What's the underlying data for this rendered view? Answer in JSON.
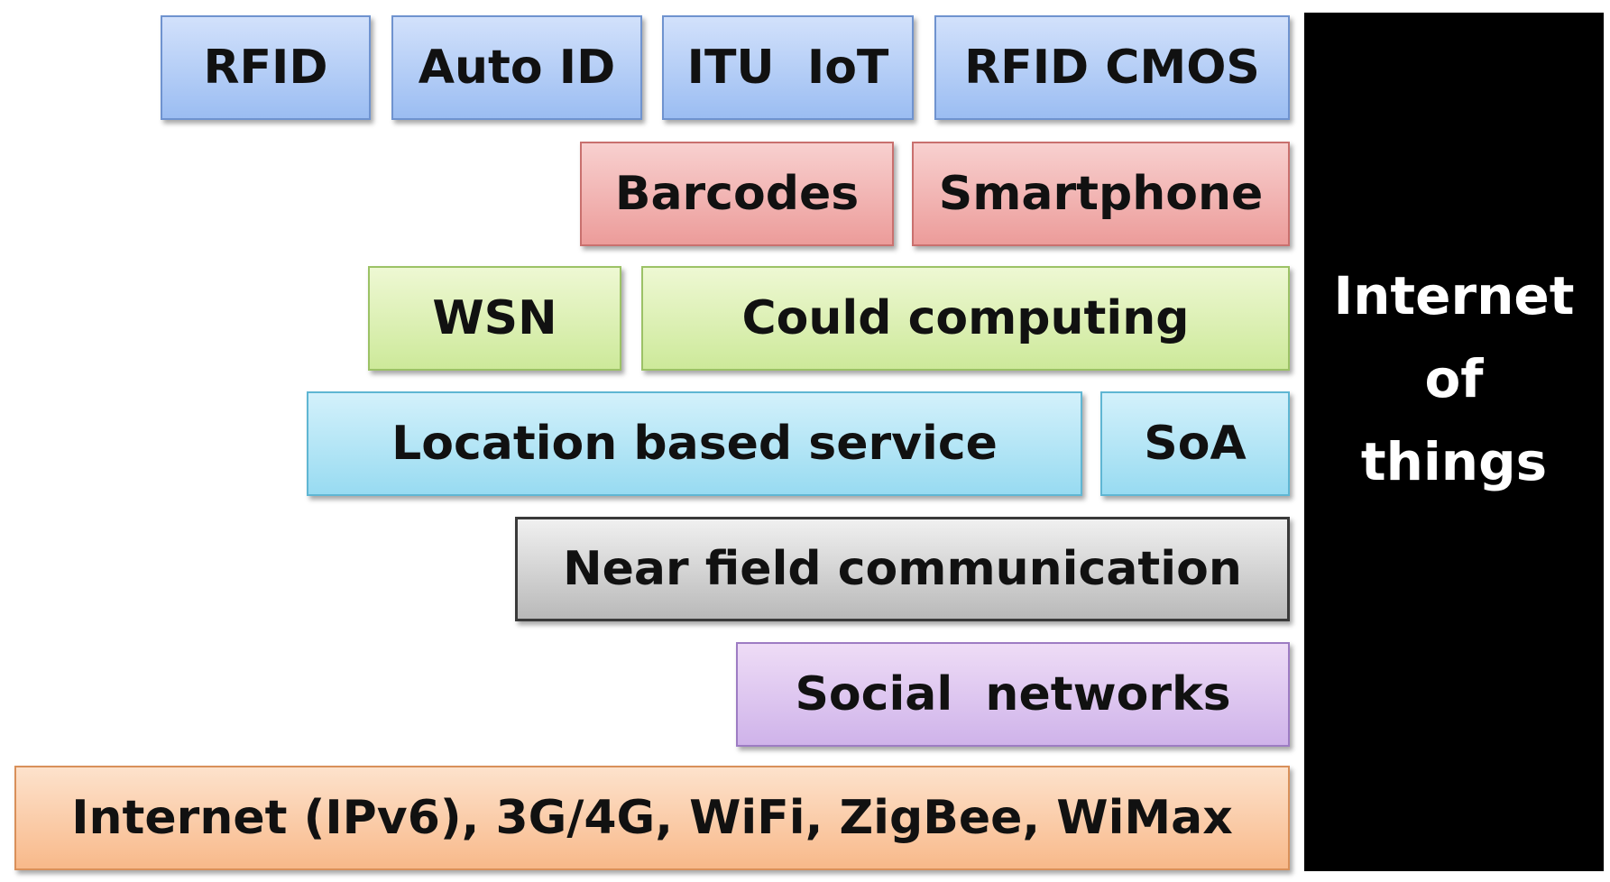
{
  "diagram": {
    "rows": [
      {
        "boxes": [
          {
            "label": "RFID",
            "color": "blue"
          },
          {
            "label": "Auto ID",
            "color": "blue"
          },
          {
            "label": "ITU  IoT",
            "color": "blue"
          },
          {
            "label": "RFID CMOS",
            "color": "blue"
          }
        ]
      },
      {
        "boxes": [
          {
            "label": "Barcodes",
            "color": "red"
          },
          {
            "label": "Smartphone",
            "color": "red"
          }
        ]
      },
      {
        "boxes": [
          {
            "label": "WSN",
            "color": "green"
          },
          {
            "label": "Could computing",
            "color": "green"
          }
        ]
      },
      {
        "boxes": [
          {
            "label": "Location based service",
            "color": "cyan"
          },
          {
            "label": "SoA",
            "color": "cyan"
          }
        ]
      },
      {
        "boxes": [
          {
            "label": "Near field communication",
            "color": "gray"
          }
        ]
      },
      {
        "boxes": [
          {
            "label": "Social  networks",
            "color": "purple"
          }
        ]
      },
      {
        "boxes": [
          {
            "label": "Internet (IPv6), 3G/4G, WiFi, ZigBee, WiMax",
            "color": "orange"
          }
        ]
      }
    ],
    "side_label": {
      "line1": "Internet",
      "line2": "of",
      "line3": "things"
    }
  }
}
